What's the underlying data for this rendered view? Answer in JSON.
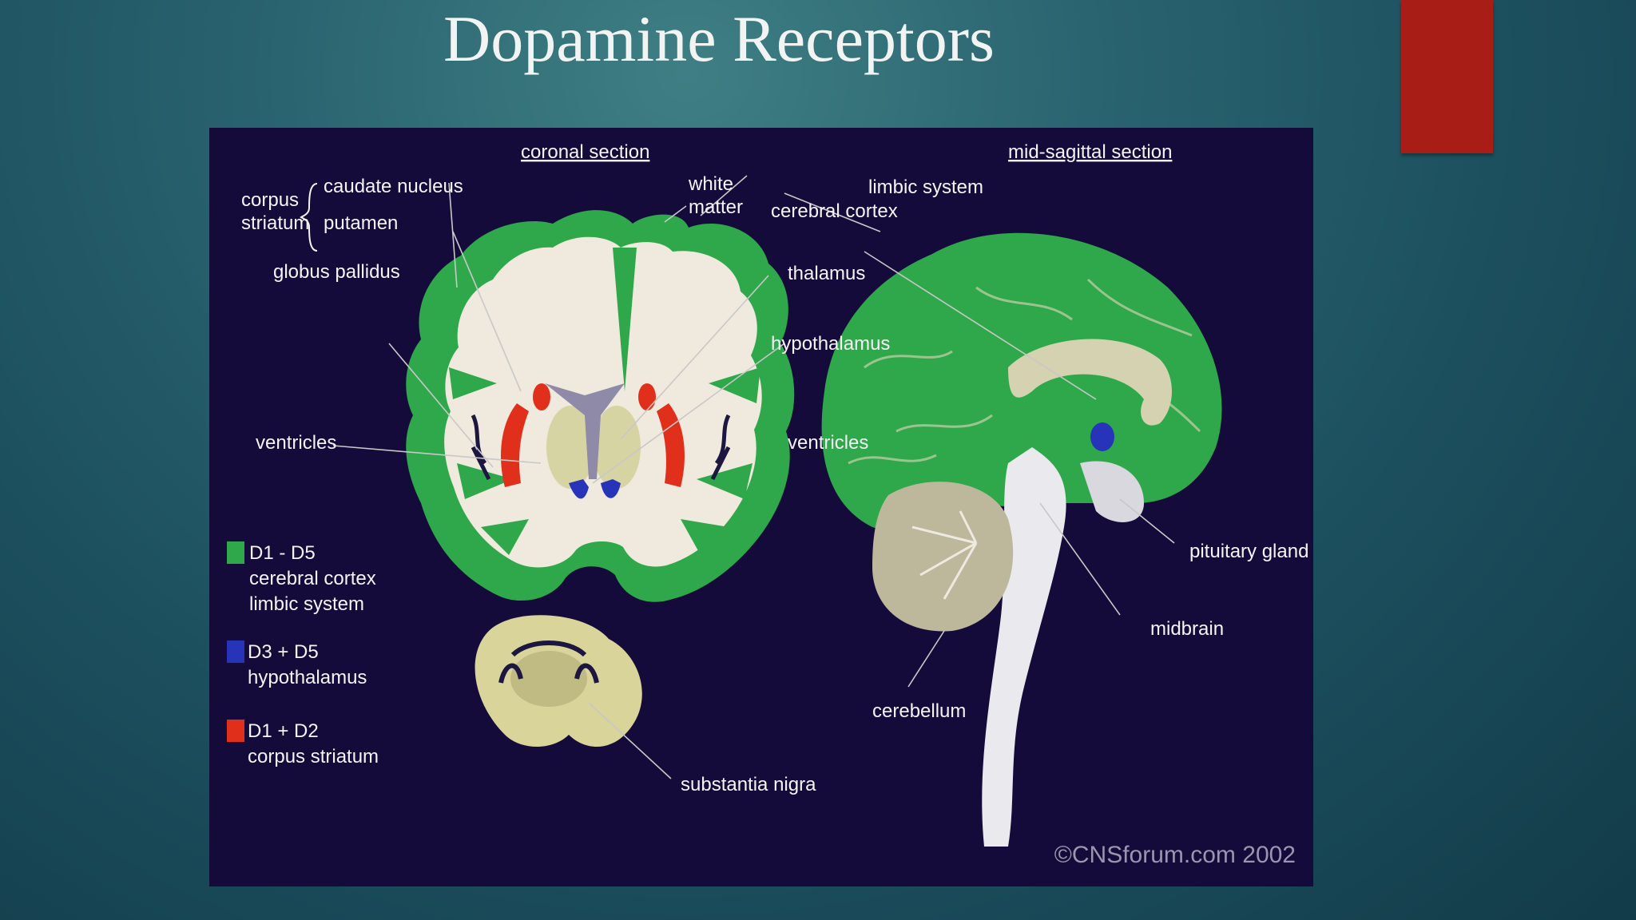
{
  "slide": {
    "title": "Dopamine Receptors",
    "accent_color": "#a81d16",
    "background_color": "#1c4f5e"
  },
  "diagram": {
    "background_color": "#150b3a",
    "sections": {
      "coronal": "coronal section",
      "mid_sagittal": "mid-sagittal section"
    },
    "labels": {
      "corpus": "corpus",
      "striatum": "striatum",
      "caudate_nucleus": "caudate nucleus",
      "putamen": "putamen",
      "globus_pallidus": "globus pallidus",
      "ventricles_left": "ventricles",
      "ventricles_right": "ventricles",
      "white": "white",
      "matter": "matter",
      "cerebral_cortex": "cerebral cortex",
      "thalamus": "thalamus",
      "hypothalamus": "hypothalamus",
      "limbic_system": "limbic system",
      "pituitary_gland": "pituitary gland",
      "midbrain": "midbrain",
      "cerebellum": "cerebellum",
      "substantia_nigra": "substantia nigra"
    },
    "legend": [
      {
        "color": "#2ea84a",
        "lines": [
          "D1 - D5",
          "cerebral cortex",
          "limbic system"
        ]
      },
      {
        "color": "#2733b8",
        "lines": [
          "D3 + D5",
          "hypothalamus"
        ]
      },
      {
        "color": "#e0301c",
        "lines": [
          "D1 + D2",
          "corpus striatum"
        ]
      }
    ],
    "copyright": "©CNSforum.com 2002"
  }
}
